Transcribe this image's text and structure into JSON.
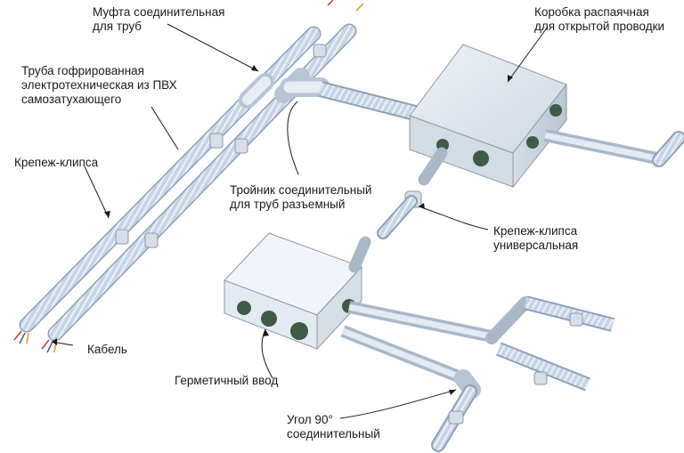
{
  "labels": {
    "coupling": [
      "Муфта соединительная",
      "для труб"
    ],
    "pipe": [
      "Труба гофрированная",
      "электротехническая из ПВХ",
      "самозатухающего"
    ],
    "clip": [
      "Крепеж-клипса"
    ],
    "cable": [
      "Кабель"
    ],
    "box": [
      "Коробка распаячная",
      "для открытой проводки"
    ],
    "tee": [
      "Тройник соединительный",
      "для труб разъемный"
    ],
    "clip_universal": [
      "Крепеж-клипса",
      "универсальная"
    ],
    "sealed_entry": [
      "Герметичный ввод"
    ],
    "elbow": [
      "Угол 90°",
      "соединительный"
    ]
  },
  "colors": {
    "pipe_fill": "#c9d6e6",
    "pipe_light": "#e6eef7",
    "box_fill": "#dfe6ee",
    "seal": "#3f5a45",
    "leader": "#1a1a1a"
  }
}
